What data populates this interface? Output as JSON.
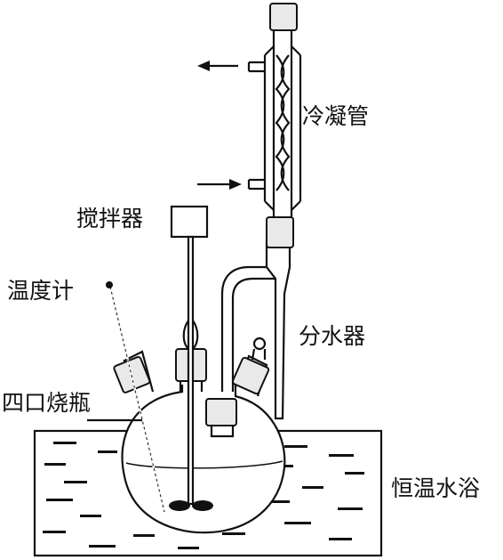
{
  "labels": {
    "condenser": "冷凝管",
    "stirrer": "搅拌器",
    "thermometer": "温度计",
    "water_separator": "分水器",
    "four_neck_flask": "四口烧瓶",
    "water_bath": "恒温水浴"
  }
}
